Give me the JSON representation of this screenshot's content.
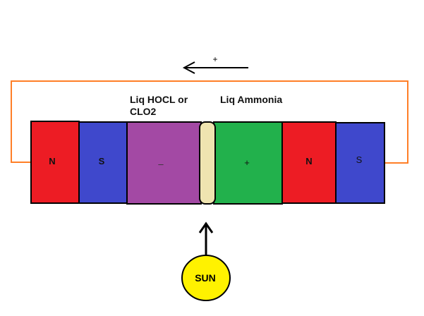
{
  "current_direction_label": "+",
  "labels": {
    "left_liquid": [
      "Liq HOCL or",
      "CLO2"
    ],
    "right_liquid": "Liq Ammonia"
  },
  "blocks": {
    "magnet1_north": "N",
    "magnet1_south": "S",
    "negative_chamber": "–",
    "positive_chamber": "+",
    "magnet2_north": "N",
    "magnet2_south": "S"
  },
  "sun_label": "SUN",
  "colors": {
    "north": "#ed1c24",
    "south": "#3f48cc",
    "negative": "#a349a4",
    "membrane": "#efe4b0",
    "positive": "#22b14c",
    "wire": "#ff7f27",
    "sun": "#fff200"
  }
}
